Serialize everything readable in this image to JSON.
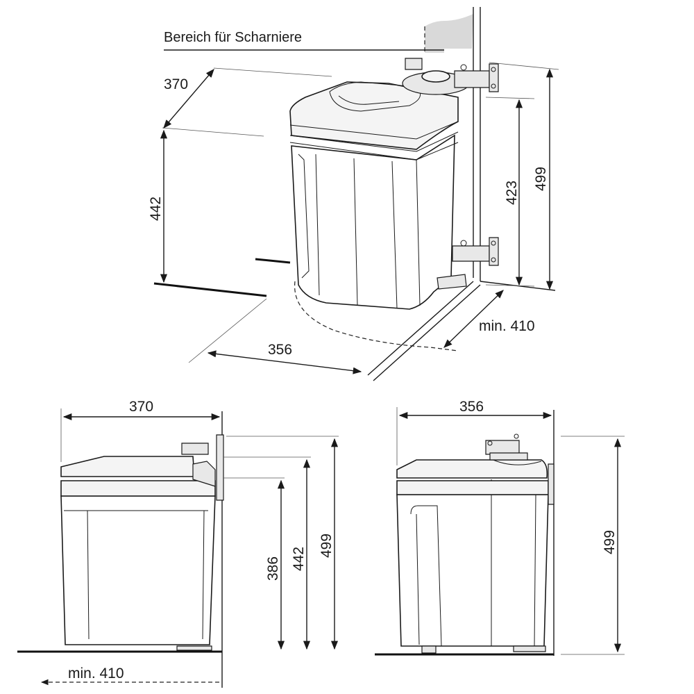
{
  "top_view": {
    "hinge_area_label": "Bereich für Scharniere",
    "depth_label": "370",
    "height_label": "442",
    "width_label": "356",
    "clearance_label": "min. 410",
    "hinge_spacing_label": "423",
    "total_height_label": "499"
  },
  "side_view": {
    "depth_label": "370",
    "lower_height_label": "386",
    "mid_height_label": "442",
    "total_height_label": "499",
    "clearance_label": "min. 410"
  },
  "front_view": {
    "width_label": "356",
    "total_height_label": "499"
  },
  "colors": {
    "line": "#1a1a1a",
    "background": "#ffffff",
    "shade": "#d9d9d9"
  }
}
